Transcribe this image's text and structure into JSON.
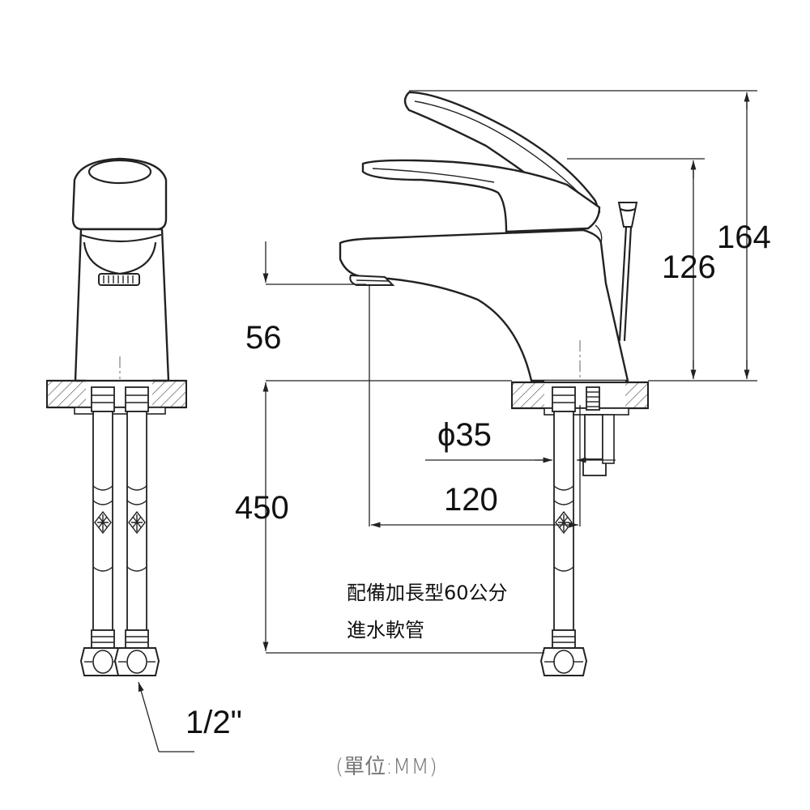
{
  "dimensions": {
    "height_total": "164",
    "height_lever": "126",
    "spout_height": "56",
    "hose_length": "450",
    "hole_diameter": "ϕ35",
    "spout_reach": "120",
    "thread_size": "1/2\""
  },
  "notes": {
    "hose_note_line1": "配備加長型60公分",
    "hose_note_line2": "進水軟管"
  },
  "unit_label": "(單位:MM)"
}
